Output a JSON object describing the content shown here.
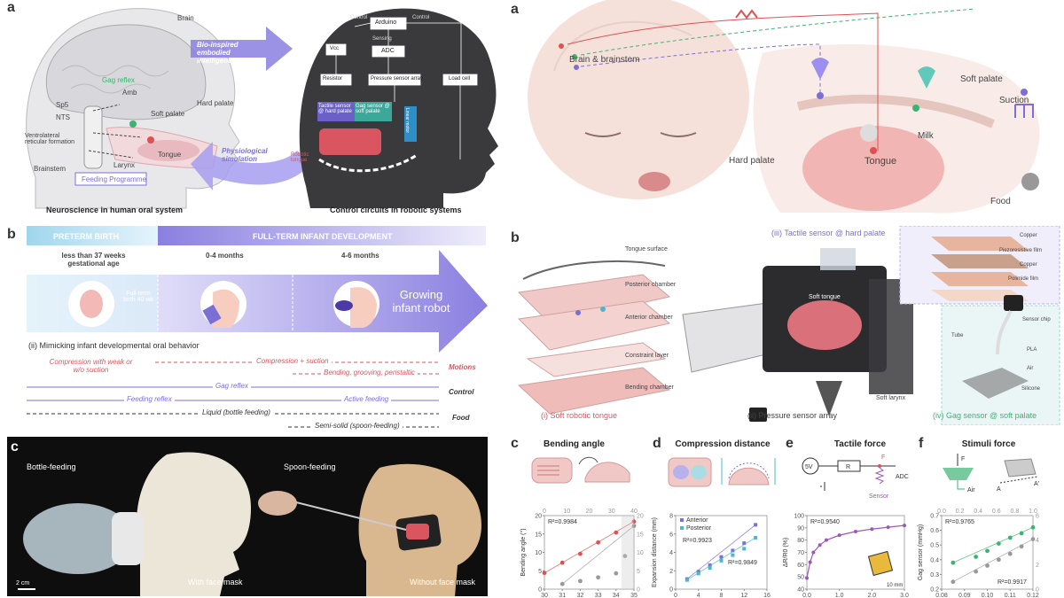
{
  "left": {
    "a": {
      "letter": "a",
      "brain": "Brain",
      "gag_reflex": "Gag reflex",
      "amb": "Amb",
      "sp5": "Sp5",
      "nts": "NTS",
      "hard_palate": "Hard palate",
      "soft_palate": "Soft palate",
      "vrf": "Ventrolateral reticular formation",
      "tongue": "Tongue",
      "larynx": "Larynx",
      "brainstem": "Brainstem",
      "feeding_programme": "Feeding Programme",
      "arrow_top": "Bio-inspired embodied intelligence",
      "arrow_bottom": "Physiological simulation",
      "caption_left": "Neuroscience in human oral system",
      "caption_right": "Control circuits in robotic systems",
      "ctrl_control1": "Control",
      "ctrl_control2": "Control",
      "ctrl_arduino": "Arduino",
      "ctrl_sensing": "Sensing",
      "ctrl_adc": "ADC",
      "ctrl_vcc": "Vcc",
      "ctrl_resistor": "Resistor",
      "ctrl_psa": "Pressure sensor array",
      "ctrl_loadcell": "Load cell",
      "ctrl_tactile": "Tactile sensor @ hard palate",
      "ctrl_gag": "Gag sensor @ soft palate",
      "ctrl_linear": "Linear motor",
      "ctrl_robotic": "Robotic tongue"
    },
    "b": {
      "letter": "b",
      "preterm": "PRETERM BIRTH",
      "fullterm": "FULL-TERM INFANT DEVELOPMENT",
      "less": "less than 37 weeks gestational age",
      "m04": "0-4 months",
      "m46": "4-6 months",
      "fullterm_birth": "Full-term birth 40 wk",
      "growing": "Growing infant robot",
      "ii": "(ii) Mimicking infant developmental oral behavior",
      "compression": "Compression with weak or w/o suction",
      "comp_suction": "Compression + suction",
      "bending": "Bending, grooving, peristaltic",
      "motions": "Motions",
      "gag": "Gag reflex",
      "control": "Control",
      "feeding": "Feeding reflex",
      "active": "Active feeding",
      "liquid": "Liquid (bottle feeding)",
      "food": "Food",
      "semi": "Semi-solid (spoon-feeding)"
    },
    "c": {
      "letter": "c",
      "bottle": "Bottle-feeding",
      "spoon": "Spoon-feeding",
      "with_mask": "With face mask",
      "without_mask": "Without face mask",
      "scale": "2 cm"
    }
  },
  "right": {
    "a": {
      "letter": "a",
      "brain": "Brain & brainstem",
      "soft_palate": "Soft palate",
      "suction": "Suction",
      "milk": "Milk",
      "hard_palate": "Hard palate",
      "tongue": "Tongue",
      "food": "Food"
    },
    "b": {
      "letter": "b",
      "tongue_surface": "Tongue surface",
      "posterior": "Posterior chamber",
      "anterior": "Anterior chamber",
      "constraint": "Constraint layer",
      "bending": "Bending chamber",
      "i_label": "(i) Soft robotic tongue",
      "ii_label": "(ii) Pressure sensor array",
      "iii_label": "(iii) Tactile sensor @ hard palate",
      "iv_label": "(iv) Gag sensor @ soft palate",
      "soft_tongue": "Soft tongue",
      "soft_larynx": "Soft larynx",
      "copper1": "Copper",
      "piezo": "Piezoresistive film",
      "copper2": "Copper",
      "polimide": "Polimide film",
      "sensor_chip": "Sensor chip",
      "tube": "Tube",
      "pla": "PLA",
      "air": "Air",
      "silicone": "Silicone"
    }
  },
  "chart_data": [
    {
      "type": "scatter",
      "letter": "c",
      "title": "Bending angle",
      "ylabel": "Bending angle (°)",
      "r2": "R²=0.9984",
      "xlim": [
        30,
        35
      ],
      "ylim": [
        0,
        20
      ],
      "xticks": [
        "30",
        "31",
        "32",
        "33",
        "34",
        "35"
      ],
      "yticks": [
        "0",
        "5",
        "10",
        "15",
        "20"
      ],
      "top_ticks": [
        "0",
        "10",
        "20",
        "30",
        "40"
      ],
      "right_ticks": [
        "0",
        "5",
        "10",
        "15",
        "20"
      ],
      "series": [
        {
          "color": "#e05050",
          "x": [
            30,
            31,
            32,
            33,
            34,
            35
          ],
          "y": [
            4.4,
            7.2,
            9.6,
            12.7,
            15.4,
            18.4
          ]
        },
        {
          "color": "#999999",
          "x": [
            31,
            32,
            33,
            34,
            34.5,
            35
          ],
          "y": [
            1.4,
            2.2,
            3.2,
            4.3,
            9,
            17.2
          ]
        }
      ]
    },
    {
      "type": "scatter",
      "letter": "d",
      "title": "Compression distance",
      "ylabel": "Expansion distance (mm)",
      "xticks": [
        "0",
        "4",
        "8",
        "12",
        "16"
      ],
      "yticks": [
        "0",
        "2",
        "4",
        "6",
        "8"
      ],
      "xlim": [
        0,
        16
      ],
      "ylim": [
        0,
        8
      ],
      "r2a": "R²=0.9923",
      "r2b": "R²=0.9849",
      "series": [
        {
          "name": "Anterior",
          "color": "#7b6fd6",
          "x": [
            2,
            4,
            6,
            8,
            10,
            12,
            14
          ],
          "y": [
            1.1,
            1.9,
            2.6,
            3.5,
            4.2,
            5.0,
            7.0
          ]
        },
        {
          "name": "Posterior",
          "color": "#4ab8c8",
          "x": [
            2,
            4,
            6,
            8,
            10,
            12,
            14
          ],
          "y": [
            1.0,
            1.7,
            2.3,
            3.1,
            3.7,
            4.4,
            5.6
          ]
        }
      ]
    },
    {
      "type": "line",
      "letter": "e",
      "title": "Tactile force",
      "ylabel": "ΔR/R0 (%)",
      "r2": "R²=0.9540",
      "xticks": [
        "0.0",
        "1.0",
        "2.0",
        "3.0"
      ],
      "yticks": [
        "40",
        "50",
        "60",
        "70",
        "80",
        "90",
        "100"
      ],
      "xlim": [
        0,
        3
      ],
      "ylim": [
        40,
        100
      ],
      "circuit_5v": "5V",
      "circuit_r": "R",
      "circuit_f": "F",
      "circuit_adc": "ADC",
      "circuit_sensor": "Sensor",
      "inset_scale": "10 mm",
      "series": [
        {
          "color": "#9b59b6",
          "x": [
            0,
            0.1,
            0.2,
            0.4,
            0.6,
            1.0,
            1.5,
            2.0,
            2.5,
            3.0
          ],
          "y": [
            49,
            62,
            70,
            76,
            80,
            84,
            87,
            89,
            90.5,
            92
          ]
        }
      ]
    },
    {
      "type": "scatter",
      "letter": "f",
      "title": "Stimuli force",
      "ylabel": "Gag sensor (mmHg)",
      "r2a": "R²=0.9765",
      "r2b": "R²=0.9917",
      "xticks": [
        "0.08",
        "0.09",
        "0.10",
        "0.11",
        "0.12"
      ],
      "yticks": [
        "0.2",
        "0.3",
        "0.4",
        "0.5",
        "0.6",
        "0.7"
      ],
      "top_ticks": [
        "0.0",
        "0.2",
        "0.4",
        "0.6",
        "0.8",
        "1.0"
      ],
      "right_ticks": [
        "0",
        "2",
        "4",
        "6"
      ],
      "xlim": [
        0.08,
        0.12
      ],
      "ylim": [
        0.2,
        0.7
      ],
      "icon_f": "F",
      "icon_air": "Air",
      "icon_a": "A",
      "icon_a2": "A'",
      "series": [
        {
          "color": "#3cb371",
          "x": [
            0.085,
            0.095,
            0.1,
            0.105,
            0.11,
            0.115,
            0.12
          ],
          "y": [
            0.38,
            0.42,
            0.46,
            0.51,
            0.55,
            0.58,
            0.62
          ]
        },
        {
          "color": "#999999",
          "x": [
            0.085,
            0.095,
            0.1,
            0.105,
            0.11,
            0.115,
            0.12
          ],
          "y": [
            0.25,
            0.32,
            0.36,
            0.4,
            0.44,
            0.49,
            0.54
          ]
        }
      ]
    }
  ]
}
